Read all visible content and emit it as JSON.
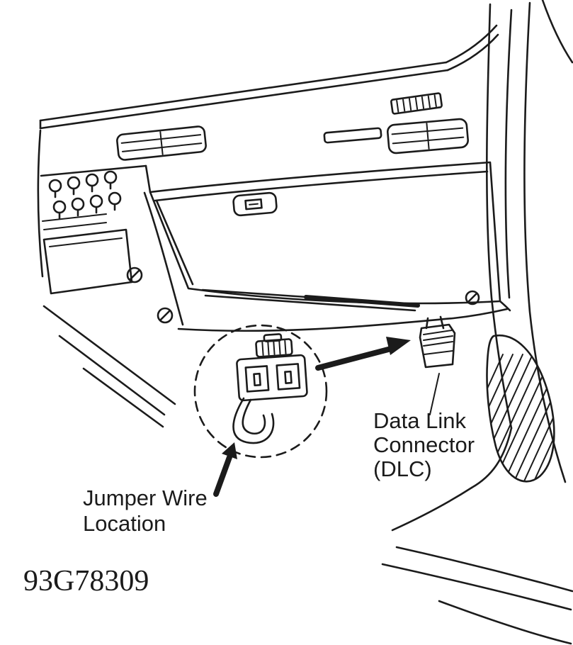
{
  "figure": {
    "id": "93G78309"
  },
  "labels": {
    "dlc": {
      "line1": "Data Link",
      "line2": "Connector",
      "line3": "(DLC)"
    },
    "jumper_wire": {
      "line1": "Jumper Wire",
      "line2": "Location"
    }
  },
  "colors": {
    "ink": "#1b1b1b",
    "paper": "#ffffff"
  }
}
